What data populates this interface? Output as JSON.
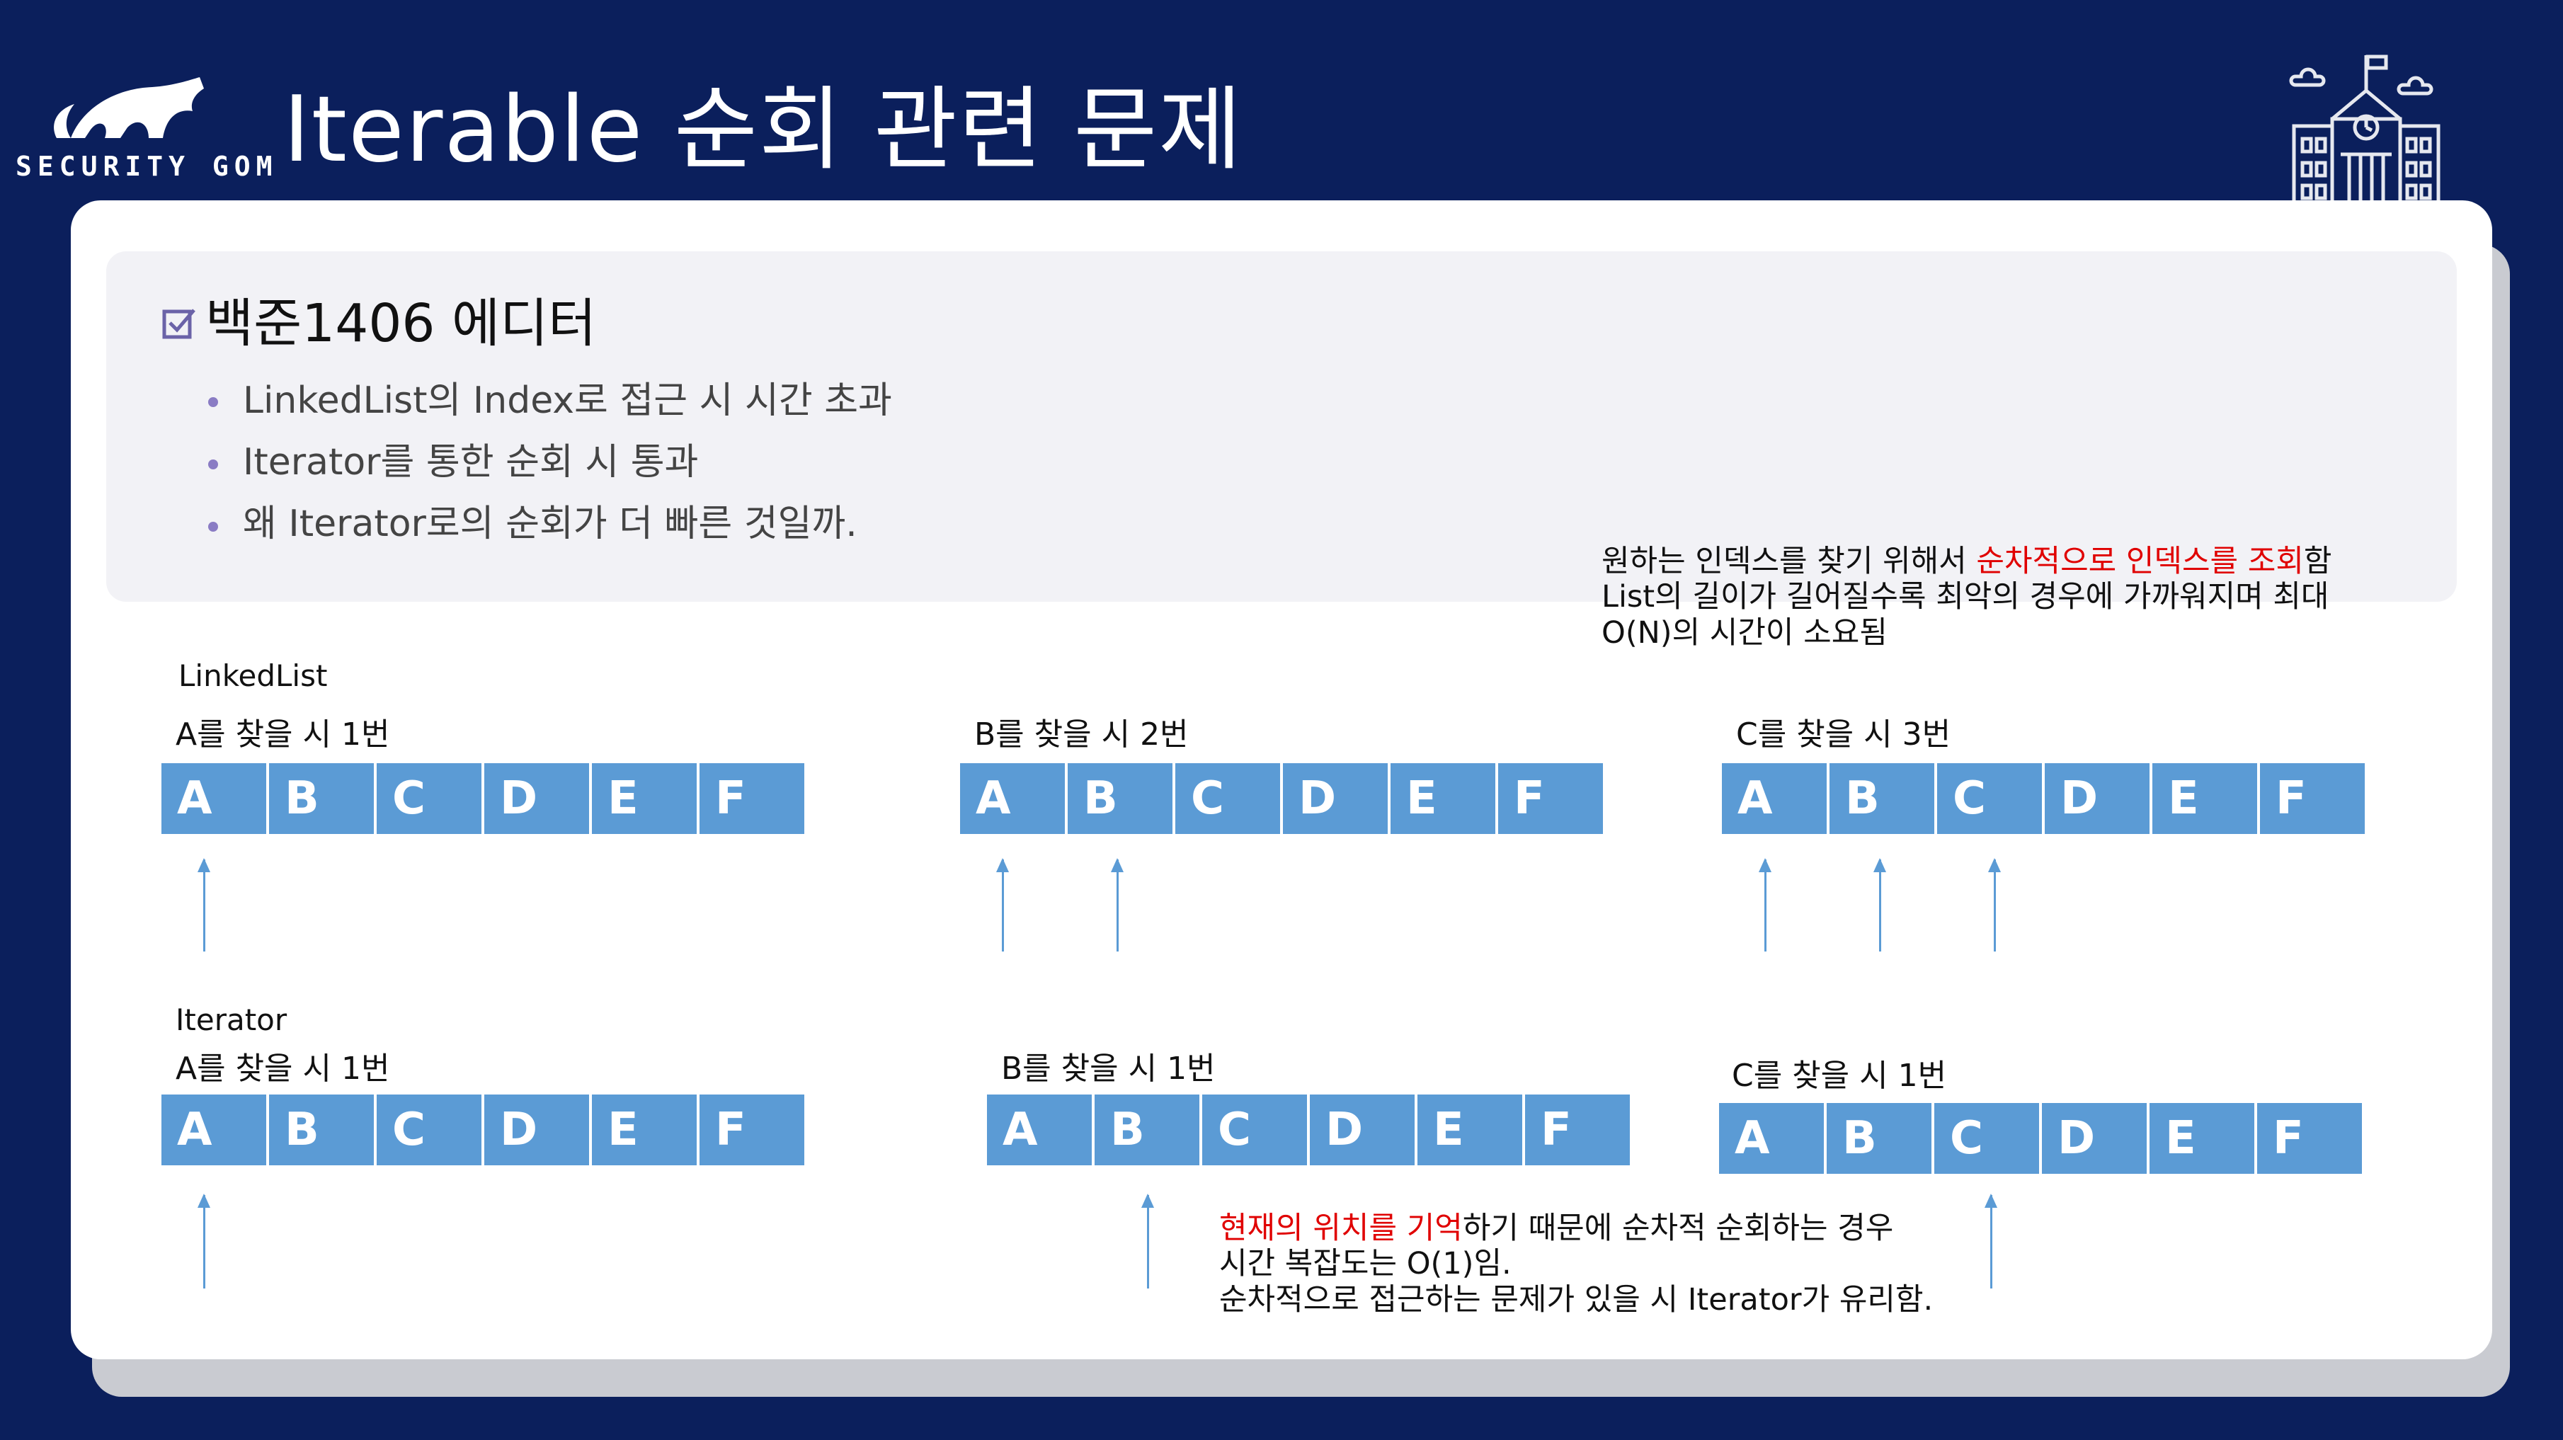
{
  "header": {
    "brand": "SECURITY GOM",
    "title": "Iterable 순회 관련 문제"
  },
  "panel": {
    "heading": "백준1406 에디터",
    "bullets": [
      "LinkedList의 Index로 접근 시 시간 초과",
      "Iterator를 통한 순회 시 통과",
      "왜 Iterator로의 순회가 더 빠른 것일까."
    ]
  },
  "note_top": {
    "line1_prefix": "원하는 인덱스를 찾기 위해서 ",
    "line1_red": "순차적으로 인덱스를 조회",
    "line1_suffix": "함",
    "line2": "List의 길이가 길어질수록 최악의 경우에 가까워지며 최대",
    "line3": "O(N)의 시간이 소요됨"
  },
  "linkedlist": {
    "label": "LinkedList",
    "captions": [
      "A를 찾을 시 1번",
      "B를 찾을 시 2번",
      "C를 찾을 시 3번"
    ]
  },
  "iterator": {
    "label": "Iterator",
    "captions": [
      "A를 찾을 시 1번",
      "B를 찾을 시 1번",
      "C를 찾을 시 1번"
    ]
  },
  "cells": [
    "A",
    "B",
    "C",
    "D",
    "E",
    "F"
  ],
  "note_bottom": {
    "line1_red": "현재의 위치를 기억",
    "line1_suffix": "하기 때문에 순차적 순회하는 경우",
    "line2": "시간 복잡도는 O(1)임.",
    "line3": "순차적으로 접근하는 문제가 있을 시 Iterator가 유리함."
  },
  "colors": {
    "background": "#0b1f5c",
    "cell": "#5b9bd5",
    "highlight": "#e00000",
    "bullet": "#8a7cc4"
  },
  "icons": [
    "security-gom-bear-logo-icon",
    "school-building-icon",
    "checkbox-icon"
  ]
}
